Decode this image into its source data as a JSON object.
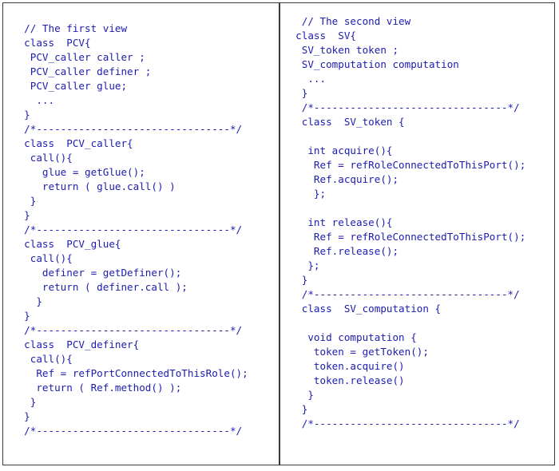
{
  "left_pane": {
    "lines": [
      "  // The first view",
      "  class  PCV{",
      "   PCV_caller caller ;",
      "   PCV_caller definer ;",
      "   PCV_caller glue;",
      "    ...",
      "  }",
      "  /*--------------------------------*/",
      "  class  PCV_caller{",
      "   call(){",
      "     glue = getGlue();",
      "     return ( glue.call() )",
      "   }",
      "  }",
      "  /*--------------------------------*/",
      "  class  PCV_glue{",
      "   call(){",
      "     definer = getDefiner();",
      "     return ( definer.call );",
      "    }",
      "  }",
      "  /*--------------------------------*/",
      "  class  PCV_definer{",
      "   call(){",
      "    Ref = refPortConnectedToThisRole();",
      "    return ( Ref.method() );",
      "   }",
      "  }",
      "  /*--------------------------------*/"
    ]
  },
  "right_pane": {
    "lines": [
      "   // The second view",
      "  class  SV{",
      "   SV_token token ;",
      "   SV_computation computation",
      "    ...",
      "   }",
      "   /*--------------------------------*/",
      "   class  SV_token {",
      "",
      "    int acquire(){",
      "     Ref = refRoleConnectedToThisPort();",
      "     Ref.acquire();",
      "     };",
      "",
      "    int release(){",
      "     Ref = refRoleConnectedToThisPort();",
      "     Ref.release();",
      "    };",
      "   }",
      "   /*--------------------------------*/",
      "   class  SV_computation {",
      "",
      "    void computation {",
      "     token = getToken();",
      "     token.acquire()",
      "     token.release()",
      "    }",
      "   }",
      "   /*--------------------------------*/"
    ]
  }
}
